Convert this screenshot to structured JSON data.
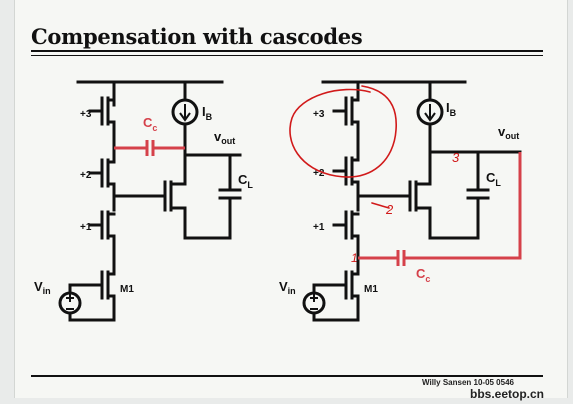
{
  "slide": {
    "title": "Compensation with cascodes",
    "credit": "Willy Sansen 10-05 0546",
    "watermark": "bbs.eetop.cn"
  },
  "left_circuit": {
    "labels": {
      "bias3": "+3",
      "bias2": "+2",
      "bias1": "+1",
      "vin_main": "V",
      "vin_sub": "in",
      "m1": "M1",
      "ib_main": "I",
      "ib_sub": "B",
      "vout_main": "v",
      "vout_sub": "out",
      "cl_main": "C",
      "cl_sub": "L",
      "cc_main": "C",
      "cc_sub": "c"
    }
  },
  "right_circuit": {
    "labels": {
      "bias3": "+3",
      "bias2": "+2",
      "bias1": "+1",
      "vin_main": "V",
      "vin_sub": "in",
      "m1": "M1",
      "ib_main": "I",
      "ib_sub": "B",
      "vout_main": "v",
      "vout_sub": "out",
      "cl_main": "C",
      "cl_sub": "L",
      "cc_main": "C",
      "cc_sub": "c"
    },
    "annotations": {
      "node1": "1",
      "node2": "2",
      "node3": "3"
    }
  },
  "colors": {
    "wire": "#111111",
    "compensation": "#d5414a",
    "handwriting": "#d11a1a"
  }
}
